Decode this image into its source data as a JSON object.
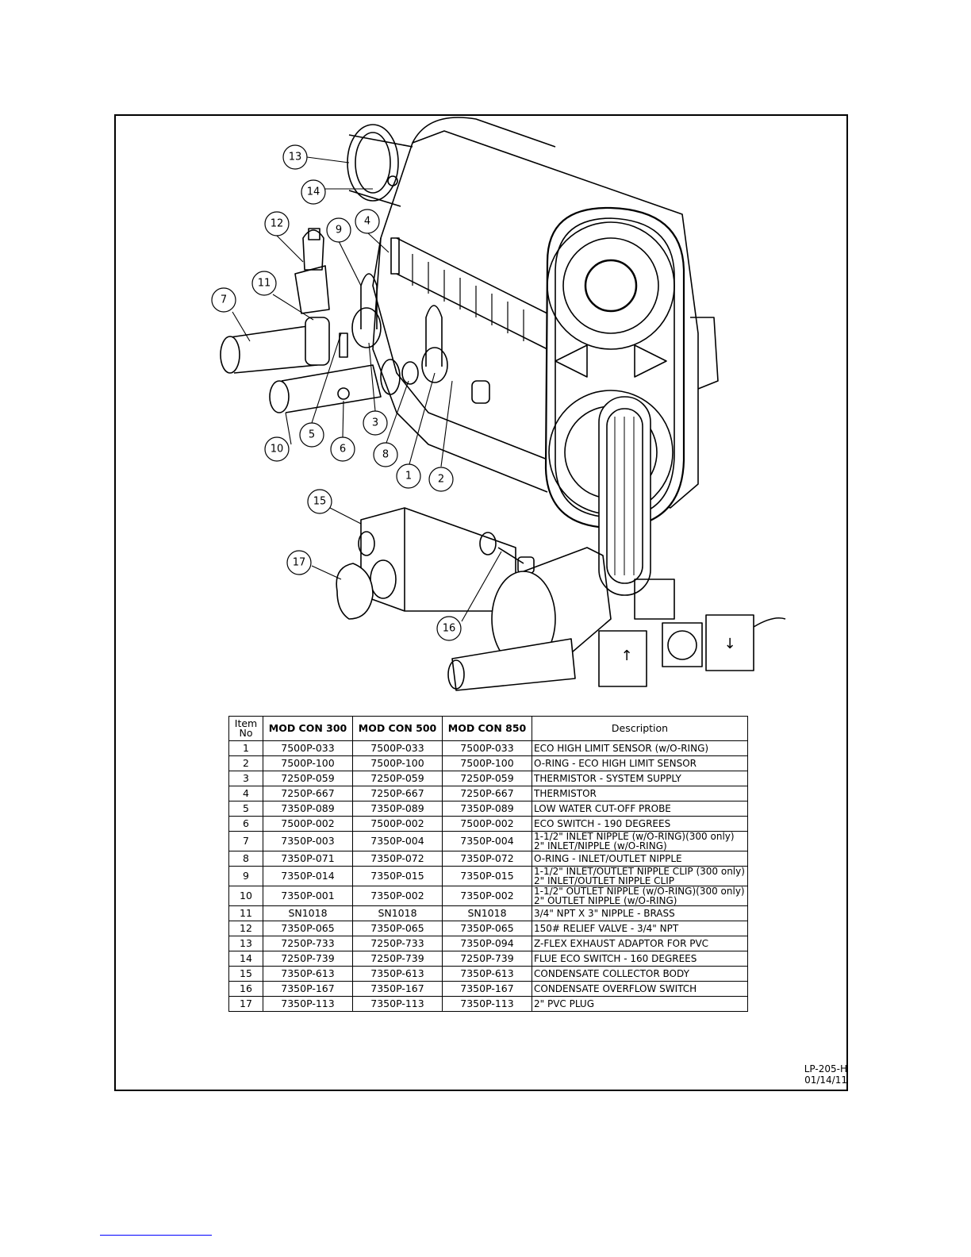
{
  "callouts": [
    "13",
    "14",
    "12",
    "9",
    "4",
    "11",
    "7",
    "5",
    "6",
    "3",
    "10",
    "8",
    "1",
    "2",
    "15",
    "17",
    "16"
  ],
  "table": {
    "headers": [
      "Item\nNo",
      "MOD CON 300",
      "MOD CON 500",
      "MOD CON 850",
      "Description"
    ],
    "rows": [
      [
        "1",
        "7500P-033",
        "7500P-033",
        "7500P-033",
        "ECO HIGH LIMIT SENSOR (w/O-RING)"
      ],
      [
        "2",
        "7500P-100",
        "7500P-100",
        "7500P-100",
        "O-RING - ECO HIGH LIMIT SENSOR"
      ],
      [
        "3",
        "7250P-059",
        "7250P-059",
        "7250P-059",
        "THERMISTOR  -  SYSTEM SUPPLY"
      ],
      [
        "4",
        "7250P-667",
        "7250P-667",
        "7250P-667",
        "THERMISTOR"
      ],
      [
        "5",
        "7350P-089",
        "7350P-089",
        "7350P-089",
        "LOW WATER CUT-OFF PROBE"
      ],
      [
        "6",
        "7500P-002",
        "7500P-002",
        "7500P-002",
        "ECO SWITCH - 190 DEGREES"
      ],
      [
        "7",
        "7350P-003",
        "7350P-004",
        "7350P-004",
        "1-1/2\" INLET NIPPLE (w/O-RING)(300 only)\n2\" INLET/NIPPLE (w/O-RING)"
      ],
      [
        "8",
        "7350P-071",
        "7350P-072",
        "7350P-072",
        "O-RING - INLET/OUTLET NIPPLE"
      ],
      [
        "9",
        "7350P-014",
        "7350P-015",
        "7350P-015",
        "1-1/2\" INLET/OUTLET NIPPLE CLIP (300 only)\n2\" INLET/OUTLET NIPPLE CLIP"
      ],
      [
        "10",
        "7350P-001",
        "7350P-002",
        "7350P-002",
        "1-1/2\" OUTLET NIPPLE (w/O-RING)(300 only)\n2\" OUTLET NIPPLE (w/O-RING)"
      ],
      [
        "11",
        "SN1018",
        "SN1018",
        "SN1018",
        "3/4\" NPT X 3\" NIPPLE - BRASS"
      ],
      [
        "12",
        "7350P-065",
        "7350P-065",
        "7350P-065",
        "150# RELIEF VALVE - 3/4\" NPT"
      ],
      [
        "13",
        "7250P-733",
        "7250P-733",
        "7350P-094",
        "Z-FLEX EXHAUST ADAPTOR FOR PVC"
      ],
      [
        "14",
        "7250P-739",
        "7250P-739",
        "7250P-739",
        "FLUE ECO SWITCH - 160 DEGREES"
      ],
      [
        "15",
        "7350P-613",
        "7350P-613",
        "7350P-613",
        "CONDENSATE COLLECTOR BODY"
      ],
      [
        "16",
        "7350P-167",
        "7350P-167",
        "7350P-167",
        "CONDENSATE OVERFLOW SWITCH"
      ],
      [
        "17",
        "7350P-113",
        "7350P-113",
        "7350P-113",
        "2\" PVC PLUG"
      ]
    ]
  },
  "doc_id": "LP-205-H",
  "doc_date": "01/14/11"
}
